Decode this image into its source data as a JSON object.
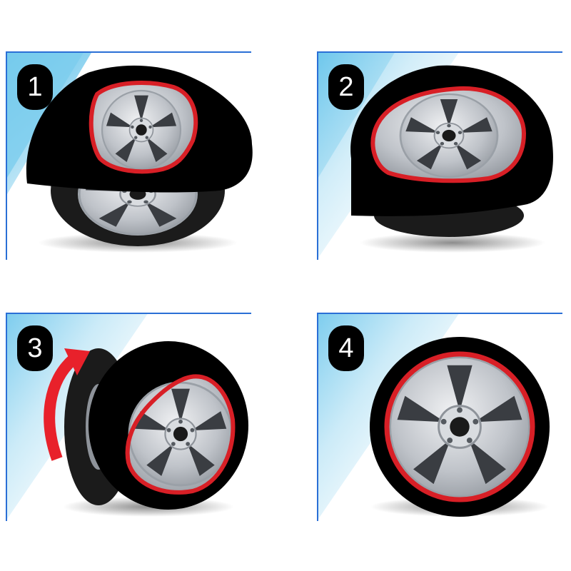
{
  "colors": {
    "frame_line": "#2a6fd6",
    "sky_top": "#6ec8ec",
    "sky_bottom": "#ffffff",
    "sock_fabric": "#000000",
    "elastic_band": "#d81f26",
    "arrow": "#e8212b",
    "rim_silver": "#c9ccd1",
    "tyre": "#1b1b1b"
  },
  "steps": [
    {
      "number": "1",
      "icon": "tyre-sock-top-half-icon"
    },
    {
      "number": "2",
      "icon": "tyre-sock-pulled-down-icon"
    },
    {
      "number": "3",
      "icon": "tyre-rotate-arrow-icon"
    },
    {
      "number": "4",
      "icon": "tyre-sock-fully-fitted-icon"
    }
  ]
}
